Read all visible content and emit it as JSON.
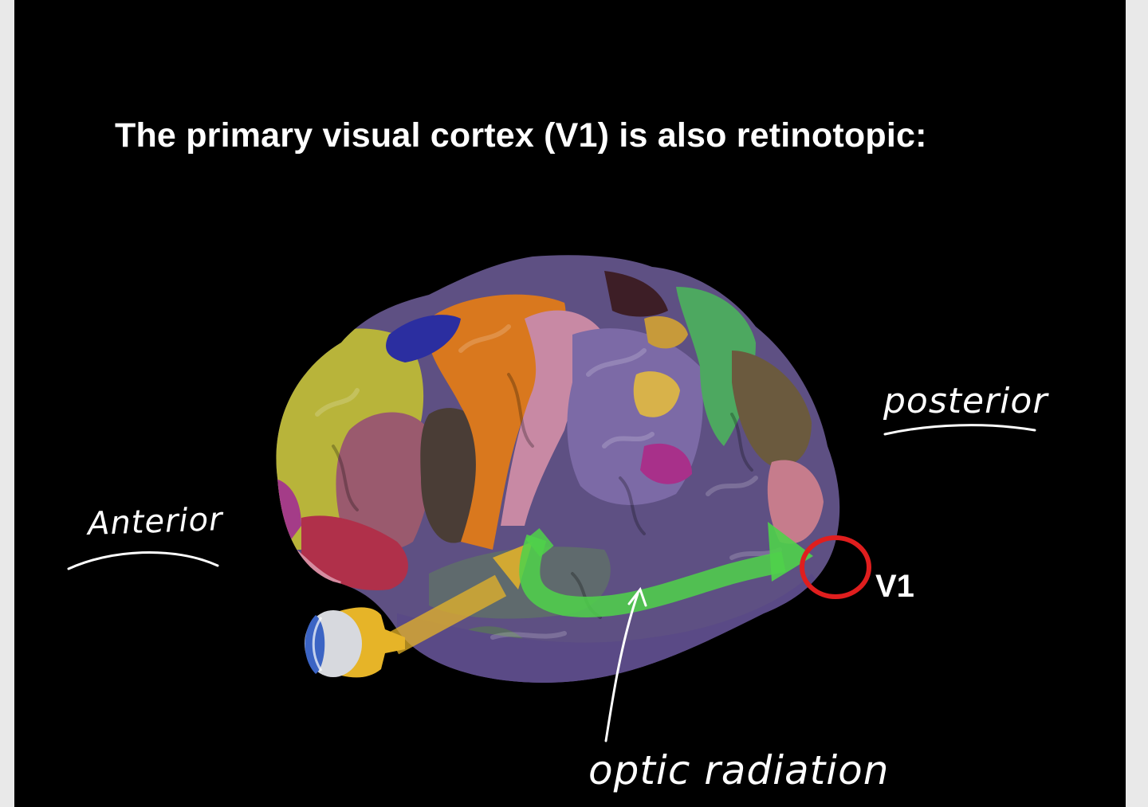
{
  "slide": {
    "title": "The primary visual cortex (V1) is also retinotopic:"
  },
  "labels": {
    "posterior": "posterior",
    "anterior": "Anterior",
    "optic_radiation": "optic radiation",
    "v1": "V1"
  },
  "colors": {
    "background": "#000000",
    "text": "#ffffff",
    "pathway_eye_to_lgn": "#e6b428",
    "pathway_optic_radiation": "#4fd24a",
    "v1_marker": "#e01e1e"
  }
}
